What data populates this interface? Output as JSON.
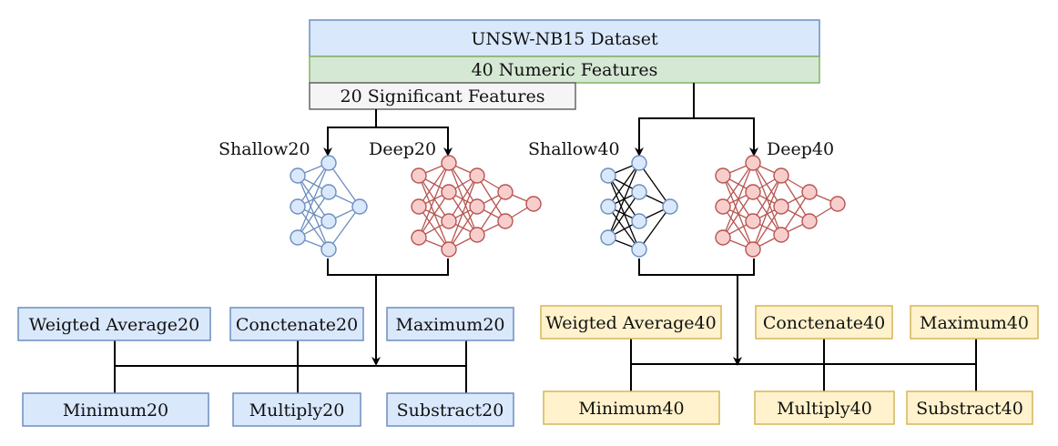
{
  "dataset": {
    "label": "UNSW-NB15 Dataset",
    "fill": "#dae8fc",
    "stroke": "#6c8ebf"
  },
  "numeric": {
    "label": "40 Numeric Features",
    "fill": "#d5e8d4",
    "stroke": "#82b366"
  },
  "significant": {
    "label": "20 Significant Features",
    "fill": "#f5f5f5",
    "stroke": "#666666"
  },
  "models": {
    "shallow20": "Shallow20",
    "deep20": "Deep20",
    "shallow40": "Shallow40",
    "deep40": "Deep40"
  },
  "colors": {
    "blue_node_fill": "#dae8fc",
    "blue_node_stroke": "#6c8ebf",
    "red_node_fill": "#f8cecc",
    "red_node_stroke": "#b85450",
    "yellow_fill": "#fff2cc",
    "yellow_stroke": "#d6b656"
  },
  "group20": {
    "top": [
      "Weigted Average20",
      "Conctenate20",
      "Maximum20"
    ],
    "bottom": [
      "Minimum20",
      "Multiply20",
      "Substract20"
    ]
  },
  "group40": {
    "top": [
      "Weigted Average40",
      "Conctenate40",
      "Maximum40"
    ],
    "bottom": [
      "Minimum40",
      "Multiply40",
      "Substract40"
    ]
  }
}
